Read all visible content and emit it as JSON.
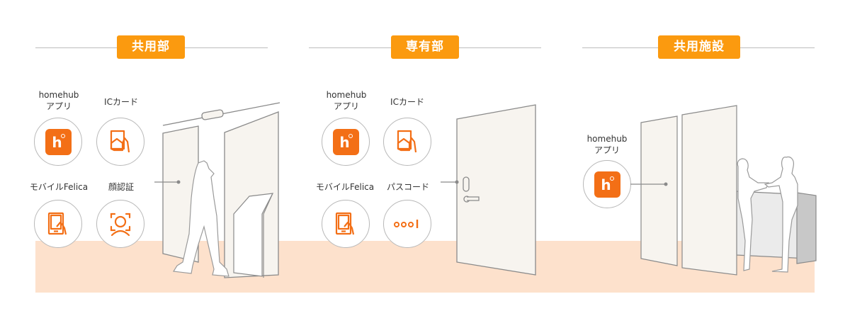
{
  "sections": [
    {
      "id": "common-area",
      "title": "共用部",
      "methods": [
        {
          "label_line1": "homehub",
          "label_line2": "アプリ",
          "icon": "homehub-app-icon"
        },
        {
          "label_line1": "ICカード",
          "label_line2": "",
          "icon": "ic-card-icon"
        },
        {
          "label_line1": "モバイルFelica",
          "label_line2": "",
          "icon": "mobile-felica-icon"
        },
        {
          "label_line1": "顔認証",
          "label_line2": "",
          "icon": "face-recognition-icon"
        }
      ],
      "illustration": "auto-door-entrance-with-person-and-kiosk"
    },
    {
      "id": "private-area",
      "title": "専有部",
      "methods": [
        {
          "label_line1": "homehub",
          "label_line2": "アプリ",
          "icon": "homehub-app-icon"
        },
        {
          "label_line1": "ICカード",
          "label_line2": "",
          "icon": "ic-card-icon"
        },
        {
          "label_line1": "モバイルFelica",
          "label_line2": "",
          "icon": "mobile-felica-icon"
        },
        {
          "label_line1": "パスコード",
          "label_line2": "",
          "icon": "passcode-icon"
        }
      ],
      "illustration": "unit-door-with-smart-lock"
    },
    {
      "id": "shared-facility",
      "title": "共用施設",
      "methods": [
        {
          "label_line1": "homehub",
          "label_line2": "アプリ",
          "icon": "homehub-app-icon"
        }
      ],
      "illustration": "facility-doors-with-two-people-at-counter"
    }
  ],
  "app_icon_glyph": "h",
  "passcode_glyph": "ooo|",
  "colors": {
    "accent_orange": "#fb9a0f",
    "icon_orange": "#f36f16",
    "floor": "#fde1cc",
    "door_fill": "#f7f4ef",
    "door_stroke": "#8a8a8a",
    "rule_line": "#bdbdbd"
  }
}
